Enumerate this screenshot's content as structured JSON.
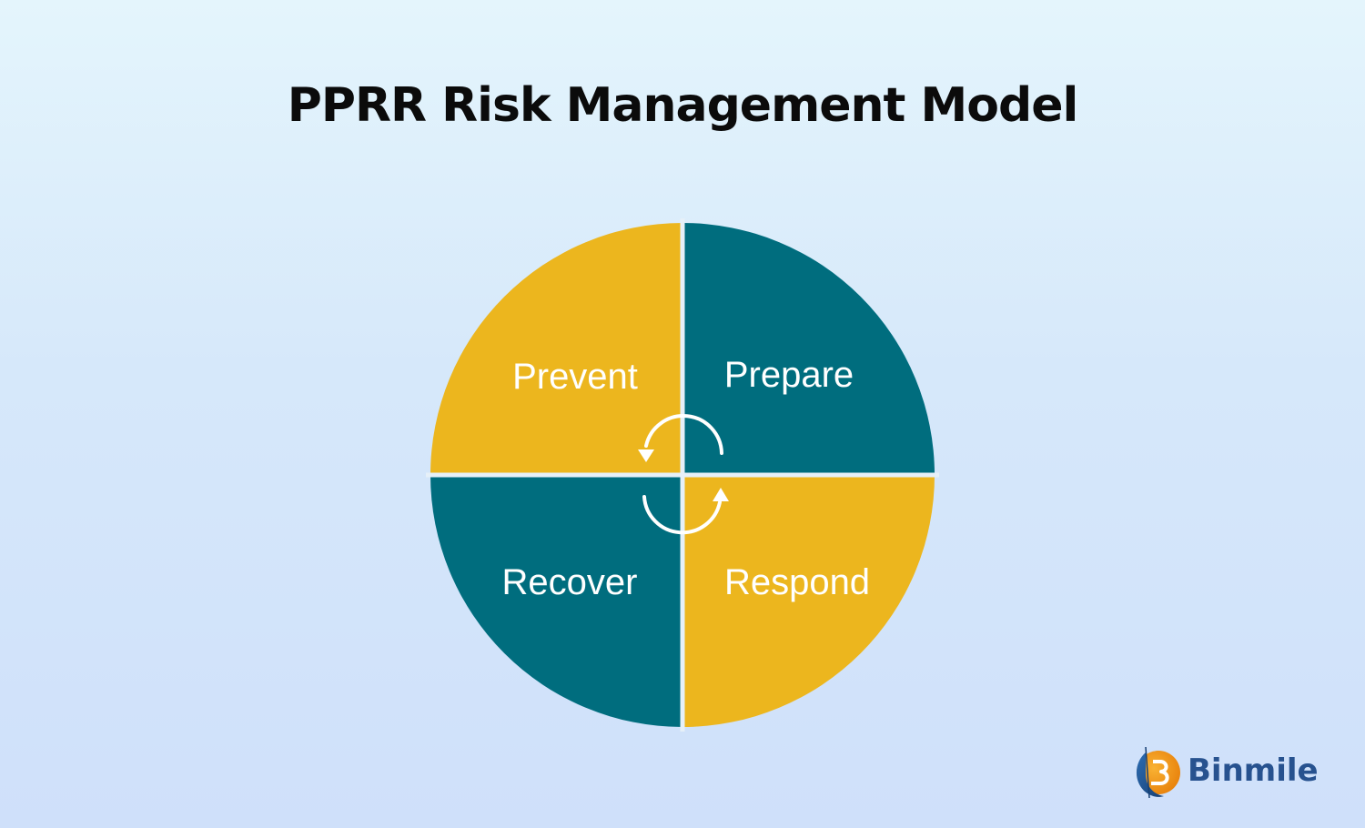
{
  "title": "PPRR Risk Management Model",
  "quadrants": [
    {
      "label": "Prevent",
      "position": "top-left",
      "color": "#ecb61e"
    },
    {
      "label": "Prepare",
      "position": "top-right",
      "color": "#006d7e"
    },
    {
      "label": "Respond",
      "position": "bottom-right",
      "color": "#ecb61e"
    },
    {
      "label": "Recover",
      "position": "bottom-left",
      "color": "#006d7e"
    }
  ],
  "cycle_icon": "circular-arrows-icon",
  "logo": {
    "text": "Binmile",
    "icon": "binmile-logo-icon",
    "color": "#27528f"
  },
  "colors": {
    "gold": "#ecb61e",
    "teal": "#006d7e",
    "divider": "#e6f0f8"
  }
}
